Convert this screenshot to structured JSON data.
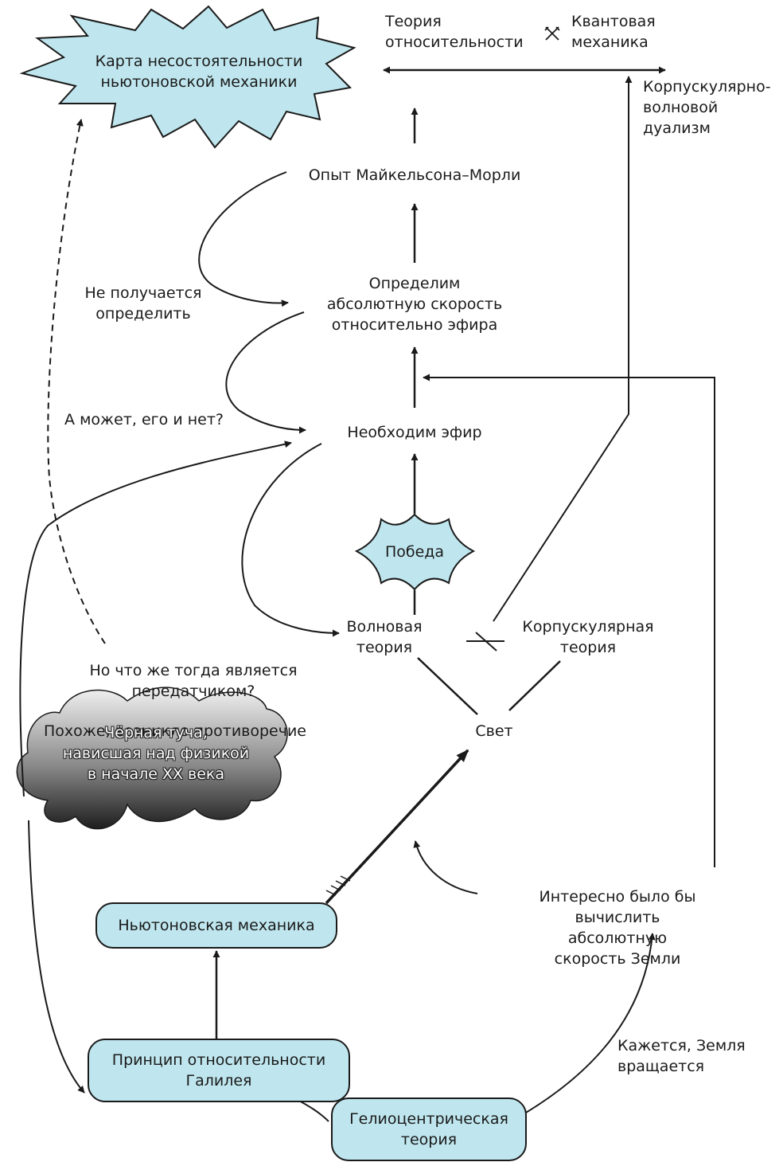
{
  "nodes": {
    "newton_failure": "Карта несостоятельности\nньютоновской механики",
    "relativity": "Теория\nотносительности",
    "quantum": "Квантовая\nмеханика",
    "wave_particle_duality": "Корпускулярно-\nволновой\nдуализм",
    "michelson_morley": "Опыт Майкельсона–Морли",
    "determine_speed": "Определим\nабсолютную скорость\nотносительно эфира",
    "cannot_determine": "Не получается\nопределить",
    "maybe_not_exist": "А может, его и нет?",
    "need_ether": "Необходим эфир",
    "victory": "Победа",
    "wave_theory": "Волновая\nтеория",
    "corpuscular_theory": "Корпускулярная\nтеория",
    "transmitter_question": "Но что же тогда является\nпередатчиком?",
    "contradiction": "Похоже, возникло противоречие",
    "light": "Свет",
    "black_cloud": "Чёрная туча,\nнависшая над физикой\nв начале XX века",
    "newton_mechanics": "Ньютоновская механика",
    "interesting": "Интересно было бы вычислить\nабсолютную скорость Земли",
    "galileo": "Принцип относительности\nГалилея",
    "earth_rotates": "Кажется, Земля\nвращается",
    "heliocentric": "Гелиоцентрическая\nтеория"
  },
  "colors": {
    "box_fill": "#bfe6ee",
    "line": "#1a1a1a",
    "cloud_dark": "#2a2a2a",
    "cloud_light": "#e8e8e8"
  }
}
